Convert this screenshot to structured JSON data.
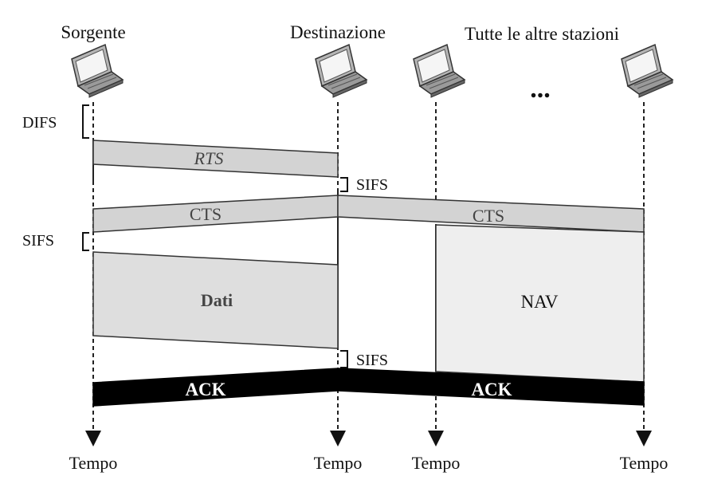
{
  "stations": {
    "source": {
      "name": "Sorgente",
      "time": "Tempo"
    },
    "destination": {
      "name": "Destinazione",
      "time": "Tempo"
    },
    "others": {
      "name": "Tutte le altre stazioni",
      "time_1": "Tempo",
      "time_2": "Tempo",
      "ellipsis": "..."
    }
  },
  "intervals": {
    "difs": "DIFS",
    "sifs_1": "SIFS",
    "sifs_2": "SIFS",
    "sifs_3": "SIFS"
  },
  "frames": {
    "rts": "RTS",
    "cts_left": "CTS",
    "cts_right": "CTS",
    "data": "Dati",
    "nav": "NAV",
    "ack_left": "ACK",
    "ack_right": "ACK"
  },
  "colors": {
    "frame_fill": "#d3d3d3",
    "data_fill": "#dedede",
    "nav_fill": "#eeeeee",
    "ack_fill": "#000000"
  }
}
